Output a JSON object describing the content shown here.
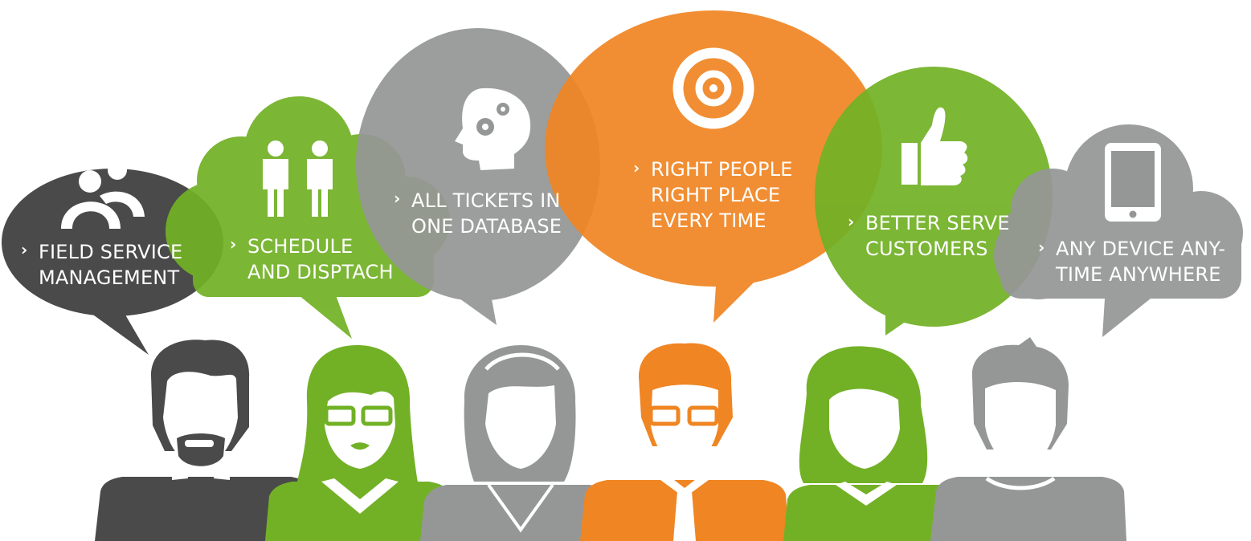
{
  "colors": {
    "dark": "#4a4a4a",
    "green": "#72b126",
    "gray": "#959796",
    "orange": "#f08523",
    "white": "#ffffff"
  },
  "bubbles": [
    {
      "id": "field-service",
      "lines": [
        "FIELD SERVICE",
        "MANAGEMENT"
      ],
      "icon": "people-icon",
      "color": "dark"
    },
    {
      "id": "schedule",
      "lines": [
        "SCHEDULE",
        "AND DISPTACH"
      ],
      "icon": "two-persons-icon",
      "color": "green"
    },
    {
      "id": "tickets",
      "lines": [
        "ALL TICKETS IN",
        "ONE DATABASE"
      ],
      "icon": "head-gears-icon",
      "color": "gray"
    },
    {
      "id": "right-people",
      "lines": [
        "RIGHT PEOPLE",
        "RIGHT PLACE",
        "EVERY TIME"
      ],
      "icon": "target-icon",
      "color": "orange"
    },
    {
      "id": "serve",
      "lines": [
        "BETTER SERVE",
        "CUSTOMERS"
      ],
      "icon": "thumbs-up-icon",
      "color": "green"
    },
    {
      "id": "any-device",
      "lines": [
        "ANY DEVICE ANY-",
        "TIME ANYWHERE"
      ],
      "icon": "tablet-icon",
      "color": "gray"
    }
  ],
  "people": [
    {
      "id": "bearded-man",
      "color": "dark"
    },
    {
      "id": "woman-glasses",
      "color": "green"
    },
    {
      "id": "woman-headband",
      "color": "gray"
    },
    {
      "id": "man-tie",
      "color": "orange"
    },
    {
      "id": "woman-curly",
      "color": "green"
    },
    {
      "id": "man-spiky",
      "color": "gray"
    }
  ]
}
